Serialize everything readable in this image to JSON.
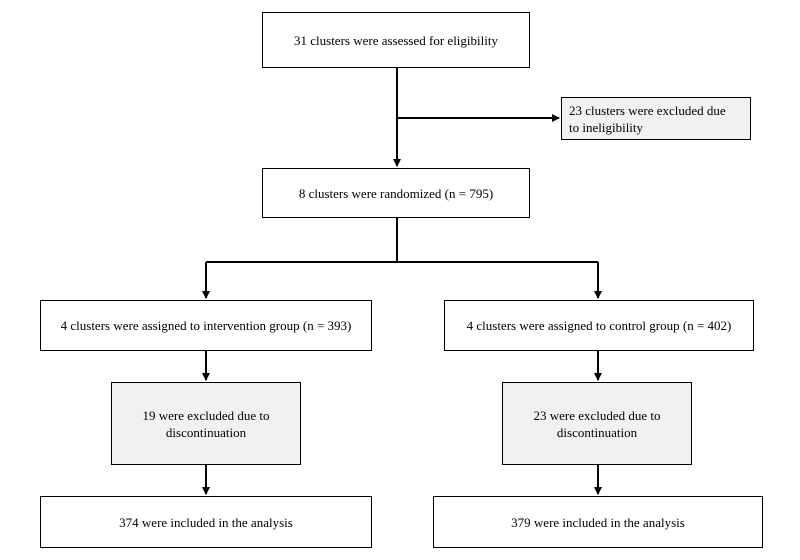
{
  "colors": {
    "border": "#000000",
    "box_fill": "#ffffff",
    "shaded_fill": "#f1f1f3"
  },
  "boxes": {
    "assessed": {
      "text": "31 clusters were assessed for eligibility"
    },
    "excluded_ineligible": {
      "line1": "23 clusters were excluded due",
      "line2": "to ineligibility"
    },
    "randomized": {
      "text": "8 clusters were randomized (n = 795)"
    },
    "intervention": {
      "text": "4 clusters were assigned to intervention group (n = 393)"
    },
    "control": {
      "text": "4 clusters were assigned to control group (n = 402)"
    },
    "intervention_excluded": {
      "line1": "19 were excluded due to",
      "line2": "discontinuation"
    },
    "control_excluded": {
      "line1": "23 were excluded due to",
      "line2": "discontinuation"
    },
    "intervention_analysis": {
      "text": "374 were included in the analysis"
    },
    "control_analysis": {
      "text": "379 were included in the analysis"
    }
  }
}
